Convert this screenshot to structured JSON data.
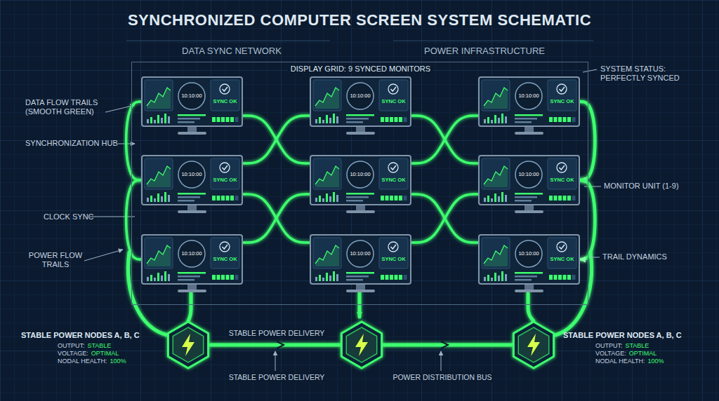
{
  "diagram": {
    "title": "SYNCHRONIZED COMPUTER SCREEN SYSTEM SCHEMATIC",
    "nodes": [
      {
        "text": [
          "DISPLAY GRID: 9 SYNCED MONITORS"
        ]
      },
      {
        "text": [
          "10:10:00",
          "SYNC OK"
        ],
        "in": 0
      },
      {
        "text": [
          "10:10:00",
          "SYNC OK"
        ],
        "in": 0
      },
      {
        "text": [
          "10:10:00",
          "SYNC OK"
        ],
        "in": 0
      },
      {
        "text": [
          "10:10:00",
          "SYNC OK"
        ],
        "in": 0
      },
      {
        "text": [
          "10:10:00",
          "SYNC OK"
        ],
        "in": 0
      },
      {
        "text": [
          "10:10:00",
          "SYNC OK"
        ],
        "in": 0
      },
      {
        "text": [
          "10:10:00",
          "SYNC OK"
        ],
        "in": 0
      },
      {
        "text": [
          "10:10:00",
          "SYNC OK"
        ],
        "in": 0
      },
      {
        "text": [
          "10:10:00",
          "SYNC OK"
        ],
        "in": 0
      }
    ],
    "edges": [
      {
        "from": 1,
        "to": 2,
        "arrow": "to"
      },
      {
        "from": 2,
        "to": 3,
        "arrow": "to"
      },
      {
        "from": 4,
        "to": 5,
        "arrow": "to"
      },
      {
        "from": 5,
        "to": 6,
        "arrow": "to"
      },
      {
        "from": 7,
        "to": 8,
        "arrow": "to"
      },
      {
        "from": 8,
        "to": 9,
        "arrow": "to"
      },
      {
        "from": 2,
        "to": 5,
        "arrow": "to"
      },
      {
        "from": 5,
        "to": 8,
        "arrow": "to"
      },
      {
        "from": 3,
        "to": 6,
        "arrow": "to"
      },
      {
        "from": 6,
        "to": 9,
        "arrow": "to"
      },
      {
        "from": 1,
        "to": 4,
        "arrow": "none"
      },
      {
        "from": 4,
        "to": 7,
        "arrow": "none"
      },
      {
        "from": 1,
        "to": 5,
        "arrow": "none"
      },
      {
        "from": 4,
        "to": 2,
        "arrow": "none"
      },
      {
        "from": 2,
        "to": 6,
        "arrow": "none"
      },
      {
        "from": 5,
        "to": 3,
        "arrow": "none"
      },
      {
        "from": 4,
        "to": 8,
        "arrow": "none"
      },
      {
        "from": 7,
        "to": 5,
        "arrow": "none"
      },
      {
        "from": 5,
        "to": 9,
        "arrow": "none"
      },
      {
        "from": 8,
        "to": 6,
        "arrow": "none"
      }
    ],
    "labels": [
      "DATA SYNC NETWORK",
      "POWER INFRASTRUCTURE",
      "DATA FLOW TRAILS (SMOOTH GREEN)",
      "SYSTEM STATUS: PERFECTLY SYNCED",
      "SYNCHRONIZATION HUB",
      "MONITOR UNIT (1-9)",
      "CLOCK SYNC",
      "POWER FLOW TRAILS",
      "TRAIL DYNAMICS",
      "STABLE POWER NODES A, B, C",
      "OUTPUT:",
      "STABLE",
      "VOLTAGE:",
      "OPTIMAL",
      "NODAL HEALTH:",
      "100%",
      "STABLE POWER DELIVERY",
      "STABLE POWER NODES A, B, C",
      "OUTPUT:",
      "STABLE",
      "VOLTAGE:",
      "OPTIMAL",
      "NODAL HEALTH:",
      "100%",
      "STABLE POWER DELIVERY",
      "POWER DISTRIBUTION BUS"
    ]
  }
}
